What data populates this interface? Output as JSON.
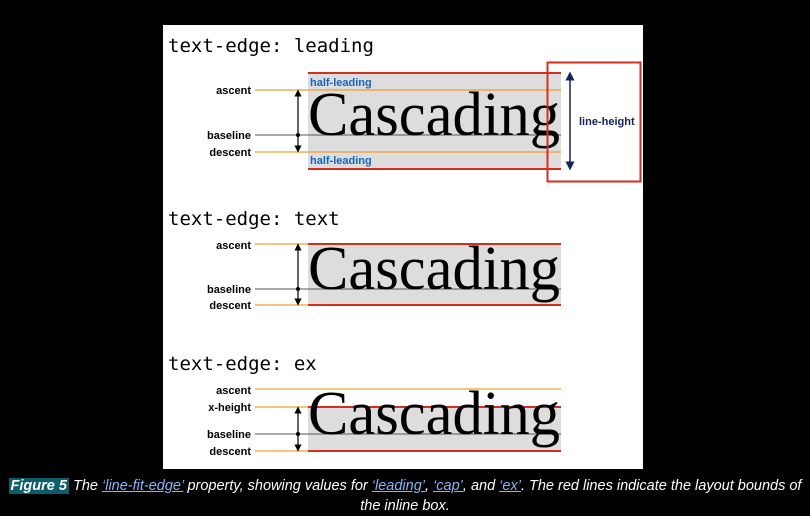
{
  "panels": [
    {
      "title": "text-edge: leading",
      "word": "Cascading",
      "labels": {
        "ascent": "ascent",
        "baseline": "baseline",
        "descent": "descent"
      },
      "half_leading": "half-leading",
      "line_height": "line-height"
    },
    {
      "title": "text-edge: text",
      "word": "Cascading",
      "labels": {
        "ascent": "ascent",
        "baseline": "baseline",
        "descent": "descent"
      }
    },
    {
      "title": "text-edge: ex",
      "word": "Cascading",
      "labels": {
        "ascent": "ascent",
        "x_height": "x-height",
        "baseline": "baseline",
        "descent": "descent"
      }
    }
  ],
  "colors": {
    "layout_bound": "#d32f1e",
    "metric_line": "#f0a030",
    "baseline_line": "#555555",
    "highlight": "#dddddd",
    "half_leading_text": "#1565c0",
    "line_height_text": "#13235c",
    "caption_link": "#8ab4f8"
  },
  "caption": {
    "figure_number": "Figure 5",
    "text_1": "The",
    "link_1": "‘line-fit-edge’",
    "text_2": "property, showing values for",
    "link_2": "‘leading’",
    "sep_1": ",",
    "link_3": "‘cap’",
    "sep_2": ", and",
    "link_4": "‘ex’",
    "text_3": ". The red lines indicate the layout bounds of the inline box."
  }
}
